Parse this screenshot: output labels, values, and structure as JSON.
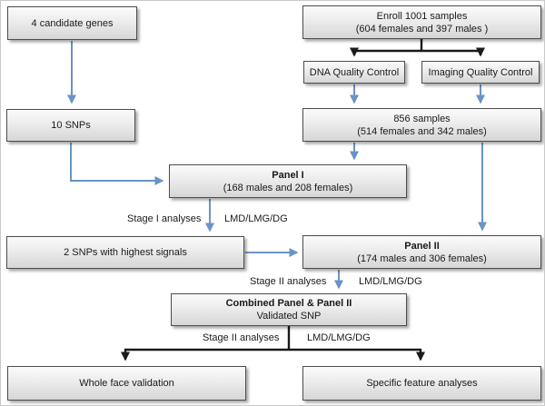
{
  "figure": {
    "background": "#ffffff",
    "frame_color": "#c9c9c9",
    "box_fill_top": "#fbfbfb",
    "box_fill_bottom": "#d6d6d6",
    "box_border": "#4d4d4d",
    "arrow_blue": "#6a94c4",
    "arrow_black": "#1a1a1a",
    "text_color": "#1a1a1a"
  },
  "boxes": {
    "candidate_genes": {
      "lines": [
        "4 candidate genes"
      ]
    },
    "snps_10": {
      "lines": [
        "10 SNPs"
      ]
    },
    "enroll": {
      "lines": [
        "Enroll 1001 samples",
        "(604 females and 397 males )"
      ]
    },
    "dna_qc": {
      "lines": [
        "DNA Quality Control"
      ]
    },
    "imaging_qc": {
      "lines": [
        "Imaging Quality Control"
      ]
    },
    "samples_856": {
      "lines": [
        "856 samples",
        "(514 females and 342 males)"
      ]
    },
    "panel_i": {
      "title": "Panel I",
      "subtitle": "(168 males and 208 females)"
    },
    "snps_2": {
      "lines": [
        "2 SNPs with highest signals"
      ]
    },
    "panel_ii": {
      "title": "Panel II",
      "subtitle": "(174 males and 306 females)"
    },
    "combined_panel": {
      "title": "Combined Panel & Panel II",
      "subtitle": "Validated SNP"
    },
    "whole_face": {
      "lines": [
        "Whole face validation"
      ]
    },
    "specific_feature": {
      "lines": [
        "Specific feature analyses"
      ]
    }
  },
  "edge_labels": {
    "stage_i_analyses": "Stage I analyses",
    "stage_ii_analyses": "Stage II analyses",
    "lmd_lmg_dg": "LMD/LMG/DG"
  }
}
